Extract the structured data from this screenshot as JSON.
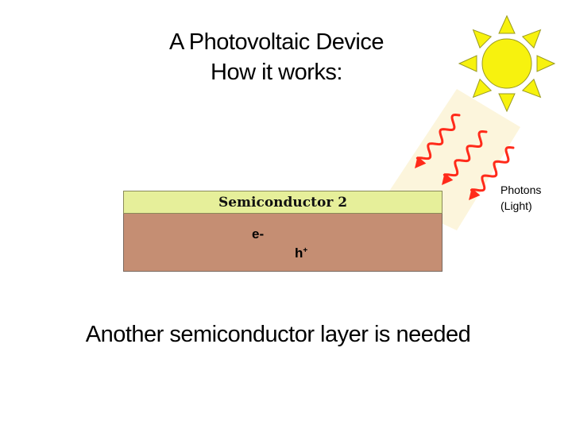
{
  "title": {
    "line1": "A Photovoltaic Device",
    "line2": "How it works:"
  },
  "layers": {
    "top_label": "Semiconductor 2"
  },
  "carriers": {
    "electron": "e-",
    "hole": "h",
    "hole_sup": "+"
  },
  "photons": {
    "line1": "Photons",
    "line2": "(Light)"
  },
  "caption": "Another semiconductor layer is needed",
  "colors": {
    "sun": "#f7f20e",
    "beam": "#fbf3d6",
    "photon_wave": "#ff2a1a",
    "semiconductor_top": "#e6ef9a",
    "semiconductor_bottom": "#c58e73",
    "electron": "#a0121a",
    "hole": "#f4f4f4"
  }
}
